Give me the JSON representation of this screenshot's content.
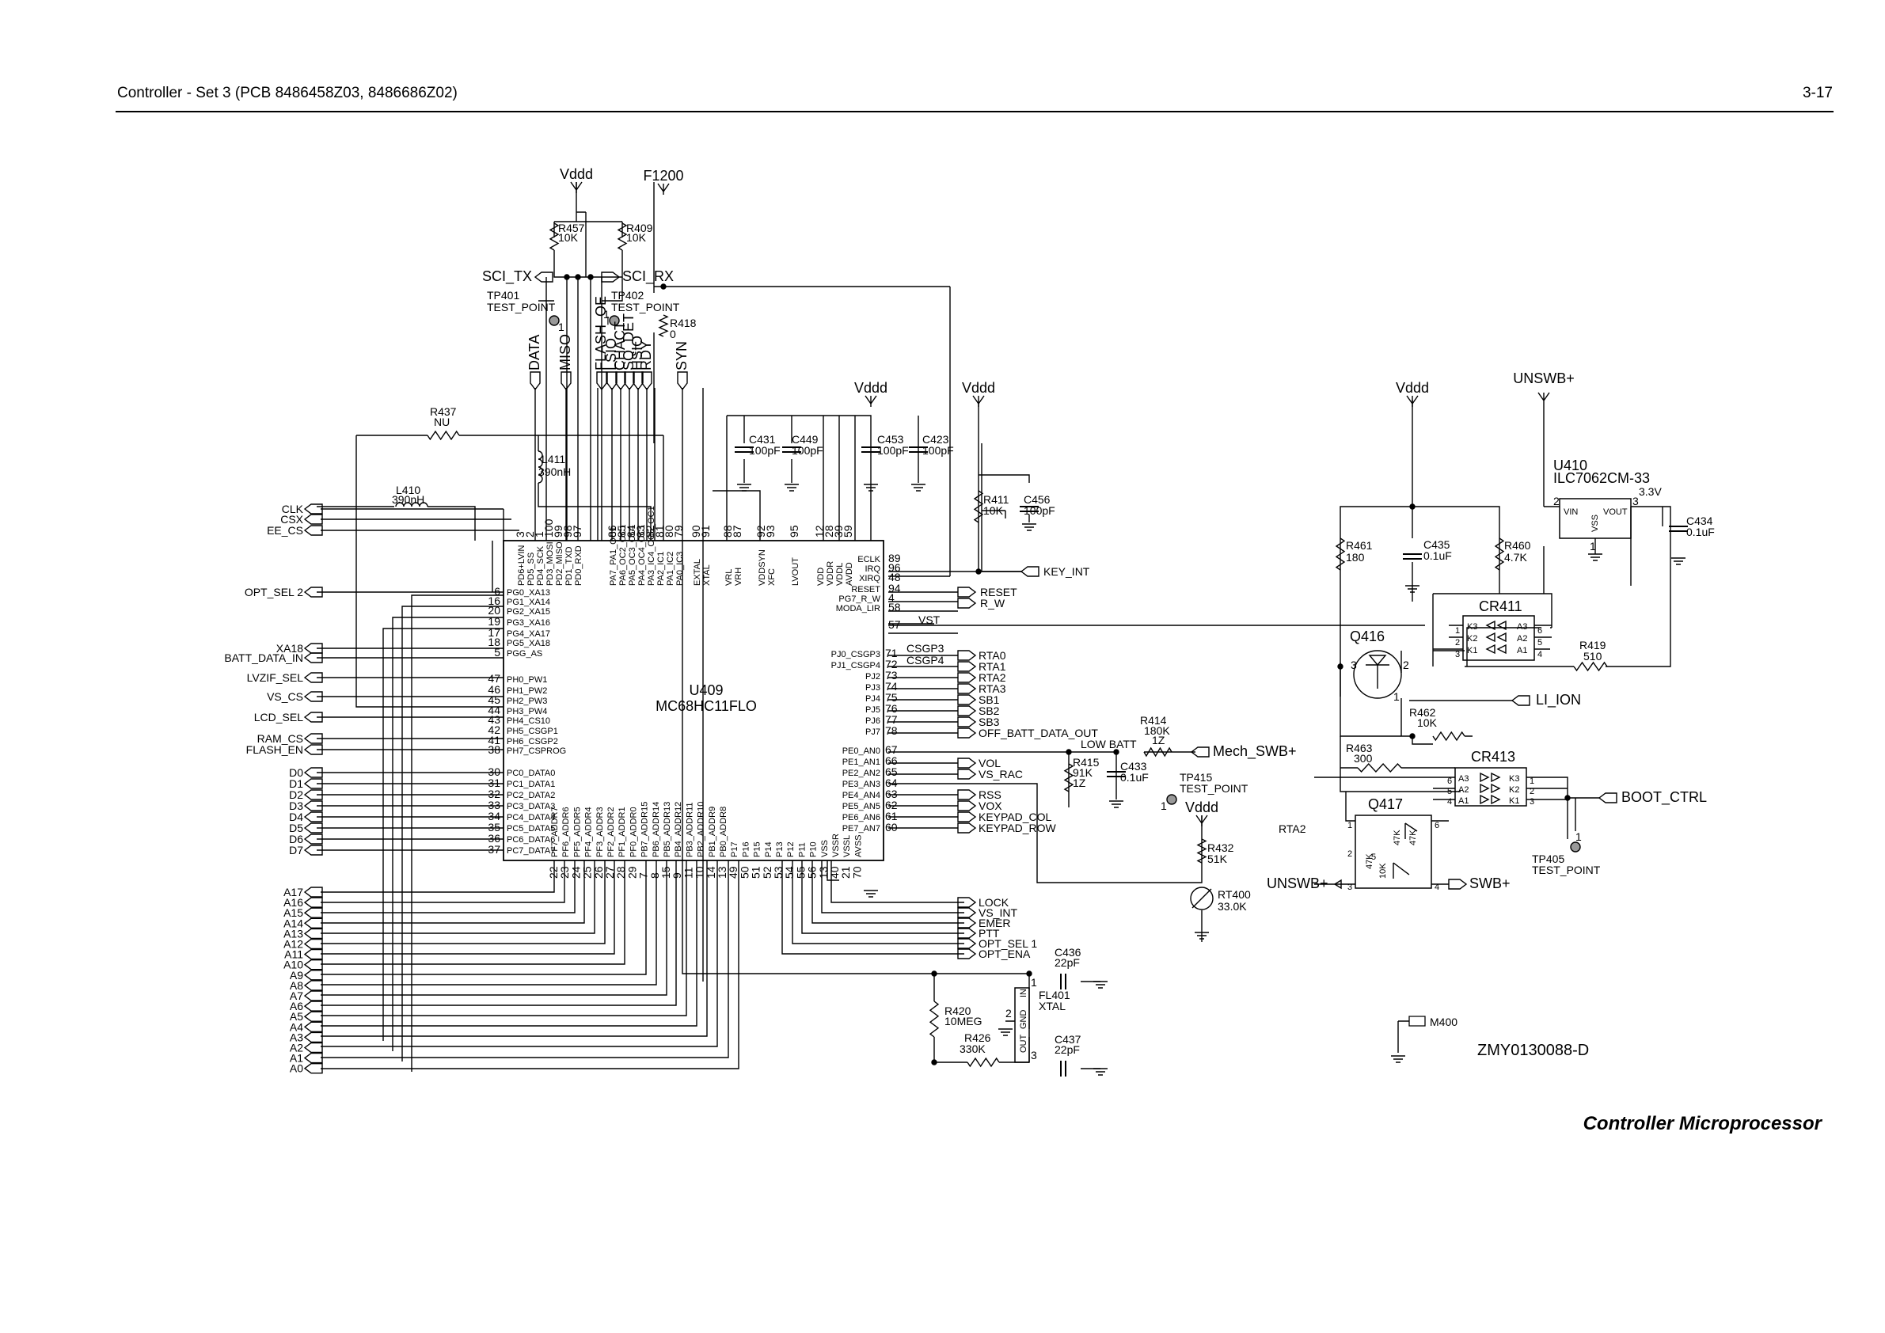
{
  "header": {
    "title": "Controller - Set 3 (PCB 8486458Z03, 8486686Z02)",
    "page_number": "3-17"
  },
  "caption": "Controller Microprocessor",
  "drawing_id": "ZMY0130088-D",
  "u409": {
    "ref": "U409",
    "part": "MC68HC11FLO",
    "left_pins": [
      {
        "n": "6",
        "name": "PG0_XA13"
      },
      {
        "n": "16",
        "name": "PG1_XA14"
      },
      {
        "n": "20",
        "name": "PG2_XA15"
      },
      {
        "n": "19",
        "name": "PG3_XA16"
      },
      {
        "n": "17",
        "name": "PG4_XA17"
      },
      {
        "n": "18",
        "name": "PG5_XA18"
      },
      {
        "n": "5",
        "name": "PGG_AS"
      },
      {
        "n": "47",
        "name": "PH0_PW1"
      },
      {
        "n": "46",
        "name": "PH1_PW2"
      },
      {
        "n": "45",
        "name": "PH2_PW3"
      },
      {
        "n": "44",
        "name": "PH3_PW4"
      },
      {
        "n": "43",
        "name": "PH4_CS10"
      },
      {
        "n": "42",
        "name": "PH5_CSGP1"
      },
      {
        "n": "41",
        "name": "PH6_CSGP2"
      },
      {
        "n": "38",
        "name": "PH7_CSPROG"
      },
      {
        "n": "30",
        "name": "PC0_DATA0"
      },
      {
        "n": "31",
        "name": "PC1_DATA1"
      },
      {
        "n": "32",
        "name": "PC2_DATA2"
      },
      {
        "n": "33",
        "name": "PC3_DATA3"
      },
      {
        "n": "34",
        "name": "PC4_DATA4"
      },
      {
        "n": "35",
        "name": "PC5_DATA5"
      },
      {
        "n": "36",
        "name": "PC6_DATA6"
      },
      {
        "n": "37",
        "name": "PC7_DATA7"
      }
    ],
    "right_pins_top": [
      {
        "n": "89",
        "name": "ECLK"
      },
      {
        "n": "96",
        "name": "IRQ"
      },
      {
        "n": "48",
        "name": "XIRQ"
      },
      {
        "n": "94",
        "name": "RESET"
      },
      {
        "n": "4",
        "name": "PG7_R_W"
      },
      {
        "n": "58",
        "name": "MODA_LIR"
      },
      {
        "n": "57",
        "name": ""
      }
    ],
    "right_pins_mid": [
      {
        "n": "71",
        "name": "PJ0_CSGP3"
      },
      {
        "n": "72",
        "name": "PJ1_CSGP4"
      },
      {
        "n": "73",
        "name": "PJ2"
      },
      {
        "n": "74",
        "name": "PJ3"
      },
      {
        "n": "75",
        "name": "PJ4"
      },
      {
        "n": "76",
        "name": "PJ5"
      },
      {
        "n": "77",
        "name": "PJ6"
      },
      {
        "n": "78",
        "name": "PJ7"
      }
    ],
    "right_pins_low": [
      {
        "n": "67",
        "name": "PE0_AN0"
      },
      {
        "n": "66",
        "name": "PE1_AN1"
      },
      {
        "n": "65",
        "name": "PE2_AN2"
      },
      {
        "n": "64",
        "name": "PE3_AN3"
      },
      {
        "n": "63",
        "name": "PE4_AN4"
      },
      {
        "n": "62",
        "name": "PE5_AN5"
      },
      {
        "n": "61",
        "name": "PE6_AN6"
      },
      {
        "n": "60",
        "name": "PE7_AN7"
      }
    ],
    "top_pins": [
      {
        "n": "3",
        "name": "PD6+LVIN"
      },
      {
        "n": "2",
        "name": "PD5_SS"
      },
      {
        "n": "1",
        "name": "PD4_SCK"
      },
      {
        "n": "100",
        "name": "PD3_MOSI"
      },
      {
        "n": "99",
        "name": "PD2_MISO"
      },
      {
        "n": "98",
        "name": "PD1_TXD"
      },
      {
        "n": "97",
        "name": "PD0_RXD"
      },
      {
        "n": "86",
        "name": "PA7_PA1_OC1"
      },
      {
        "n": "85",
        "name": "PA6_OC2_OC1"
      },
      {
        "n": "84",
        "name": "PA5_OC3_OC1"
      },
      {
        "n": "83",
        "name": "PA4_OC4_OC1"
      },
      {
        "n": "82",
        "name": "PA3_IC4_OC5_OC1"
      },
      {
        "n": "81",
        "name": "PA2_IC1"
      },
      {
        "n": "80",
        "name": "PA1_IC2"
      },
      {
        "n": "79",
        "name": "PA0_IC3"
      },
      {
        "n": "90",
        "name": "EXTAL"
      },
      {
        "n": "91",
        "name": "XTAL"
      },
      {
        "n": "88",
        "name": "VRL"
      },
      {
        "n": "87",
        "name": "VRH"
      },
      {
        "n": "92",
        "name": "VDDSYN"
      },
      {
        "n": "93",
        "name": "XFC"
      },
      {
        "n": "95",
        "name": "LVOUT"
      },
      {
        "n": "12",
        "name": "VDD"
      },
      {
        "n": "28",
        "name": "VDDR"
      },
      {
        "n": "39",
        "name": "VDDL"
      },
      {
        "n": "59",
        "name": "AVDD"
      }
    ],
    "bottom_pins": [
      {
        "n": "22",
        "name": "PF7_ADDR7"
      },
      {
        "n": "23",
        "name": "PF6_ADDR6"
      },
      {
        "n": "24",
        "name": "PF5_ADDR5"
      },
      {
        "n": "25",
        "name": "PF4_ADDR4"
      },
      {
        "n": "26",
        "name": "PF3_ADDR3"
      },
      {
        "n": "27",
        "name": "PF2_ADDR2"
      },
      {
        "n": "28",
        "name": "PF1_ADDR1"
      },
      {
        "n": "29",
        "name": "PF0_ADDR0"
      },
      {
        "n": "7",
        "name": "PB7_ADDR15"
      },
      {
        "n": "8",
        "name": "PB6_ADDR14"
      },
      {
        "n": "15",
        "name": "PB5_ADDR13"
      },
      {
        "n": "9",
        "name": "PB4_ADDR12"
      },
      {
        "n": "11",
        "name": "PB3_ADDR11"
      },
      {
        "n": "10",
        "name": "PB2_ADDR10"
      },
      {
        "n": "14",
        "name": "PB1_ADDR9"
      },
      {
        "n": "13",
        "name": "PB0_ADDR8"
      },
      {
        "n": "49",
        "name": "P17"
      },
      {
        "n": "50",
        "name": "P16"
      },
      {
        "n": "51",
        "name": "P15"
      },
      {
        "n": "52",
        "name": "P14"
      },
      {
        "n": "53",
        "name": "P13"
      },
      {
        "n": "54",
        "name": "P12"
      },
      {
        "n": "55",
        "name": "P11"
      },
      {
        "n": "56",
        "name": "P10"
      },
      {
        "n": "13",
        "name": "VSS"
      },
      {
        "n": "40",
        "name": "VSSR"
      },
      {
        "n": "21",
        "name": "VSSL"
      },
      {
        "n": "70",
        "name": "AVSS"
      }
    ]
  },
  "ports_left": [
    "CLK",
    "CSX",
    "EE_CS",
    "OPT_SEL 2",
    "XA18",
    "BATT_DATA_IN",
    "LVZIF_SEL",
    "VS_CS",
    "LCD_SEL",
    "RAM_CS",
    "FLASH_EN"
  ],
  "data_bus": [
    "D0",
    "D1",
    "D2",
    "D3",
    "D4",
    "D5",
    "D6",
    "D7"
  ],
  "addr_bus": [
    "A17",
    "A16",
    "A15",
    "A14",
    "A13",
    "A12",
    "A11",
    "A10",
    "A9",
    "A8",
    "A7",
    "A6",
    "A5",
    "A4",
    "A3",
    "A2",
    "A1",
    "A0"
  ],
  "vertical_signals": [
    "DATA",
    "MISO",
    "FLASH_OE",
    "LSIO",
    "CHACT",
    "SQ_DET",
    "HSIO",
    "RDY",
    "SYN"
  ],
  "right_ports_top": [
    "KEY_INT",
    "RESET",
    "R_W"
  ],
  "pj_outputs": [
    "RTA0",
    "RTA1",
    "RTA2",
    "RTA3",
    "SB1",
    "SB2",
    "SB3",
    "OFF_BATT_DATA_OUT"
  ],
  "pe_outputs": [
    "VOL",
    "VS_RAC",
    "RSS",
    "VOX",
    "KEYPAD_COL",
    "KEYPAD_ROW"
  ],
  "port_a_outputs": [
    "LOCK",
    "VS_INT",
    "EMER",
    "PTT",
    "OPT_SEL 1",
    "OPT_ENA"
  ],
  "nets": {
    "vddd": "Vddd",
    "f1200": "F1200",
    "sci_tx": "SCI_TX",
    "sci_rx": "SCI_RX",
    "vst": "VST",
    "csgp3": "CSGP3",
    "csgp4": "CSGP4",
    "low_batt": "LOW BATT",
    "mech_swb": "Mech_SWB+",
    "unswb": "UNSWB+",
    "li_ion": "LI_ION",
    "boot_ctrl": "BOOT_CTRL",
    "swb": "SWB+",
    "rta2": "RTA2",
    "v33": "3.3V"
  },
  "components": {
    "r457": [
      "R457",
      "10K"
    ],
    "r409": [
      "R409",
      "10K"
    ],
    "r418": [
      "R418",
      "0"
    ],
    "r437": [
      "R437",
      "NU"
    ],
    "l411": [
      "L411",
      "390nH"
    ],
    "l410": [
      "L410",
      "390nH"
    ],
    "c431": [
      "C431",
      "100pF"
    ],
    "c449": [
      "C449",
      "100pF"
    ],
    "c453": [
      "C453",
      "100pF"
    ],
    "c423": [
      "C423",
      "100pF"
    ],
    "r411": [
      "R411",
      "10K"
    ],
    "c456": [
      "C456",
      "100pF"
    ],
    "r414": [
      "R414",
      "180K",
      "1Z"
    ],
    "r415": [
      "R415",
      "91K",
      "1Z"
    ],
    "c433": [
      "C433",
      "0.1uF"
    ],
    "r432": [
      "R432",
      "51K"
    ],
    "rt400": [
      "RT400",
      "33.0K"
    ],
    "c436": [
      "C436",
      "22pF"
    ],
    "c437": [
      "C437",
      "22pF"
    ],
    "r420": [
      "R420",
      "10MEG"
    ],
    "r426": [
      "R426",
      "330K"
    ],
    "fl401": [
      "FL401",
      "XTAL"
    ],
    "r461": [
      "R461",
      "180"
    ],
    "c435": [
      "C435",
      "0.1uF"
    ],
    "r460": [
      "R460",
      "4.7K"
    ],
    "u410": [
      "U410",
      "ILC7062CM-33"
    ],
    "c434": [
      "C434",
      "0.1uF"
    ],
    "r419": [
      "R419",
      "510"
    ],
    "r462": [
      "R462",
      "10K"
    ],
    "r463": [
      "R463",
      "300"
    ],
    "q416": "Q416",
    "q417": "Q417",
    "cr411": "CR411",
    "cr413": "CR413",
    "m400": "M400"
  },
  "test_points": [
    {
      "ref": "TP401",
      "type": "TEST_POINT"
    },
    {
      "ref": "TP402",
      "type": "TEST_POINT"
    },
    {
      "ref": "TP415",
      "type": "TEST_POINT"
    },
    {
      "ref": "TP405",
      "type": "TEST_POINT"
    }
  ],
  "pin_labels": {
    "one": "1",
    "two": "2",
    "three": "3",
    "four": "4",
    "five": "5",
    "six": "6",
    "vin": "VIN",
    "vout": "VOUT",
    "vss": "VSS",
    "in": "IN",
    "gnd": "GND",
    "out": "OUT",
    "k3": "K3",
    "k2": "K2",
    "k1": "K1",
    "a3": "A3",
    "a2": "A2",
    "a1": "A1",
    "k47": "47K",
    "k10": "10K"
  }
}
